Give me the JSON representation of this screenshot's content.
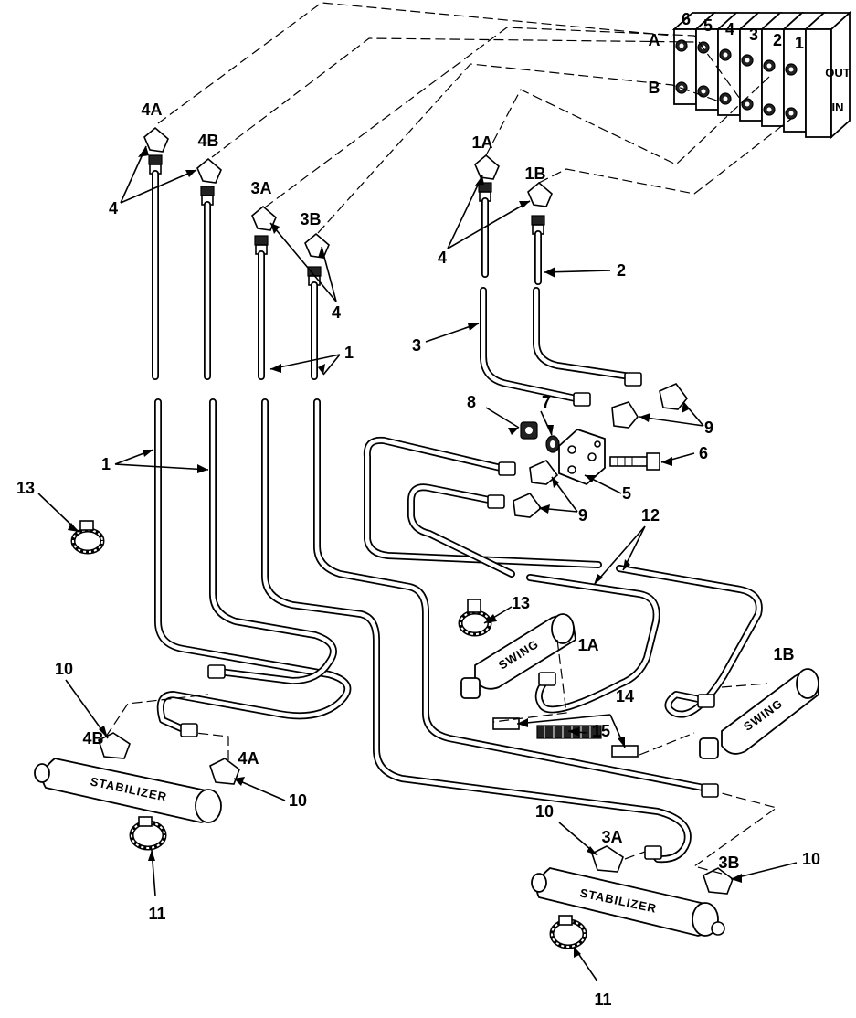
{
  "diagram": {
    "valve_bank": {
      "rows": [
        "A",
        "B"
      ],
      "sections": [
        "6",
        "5",
        "4",
        "3",
        "2",
        "1"
      ],
      "ports": [
        "OUT",
        "IN"
      ]
    },
    "fitting_labels": {
      "l4a_top": "4A",
      "l4b_top": "4B",
      "l3a_top": "3A",
      "l3b_top": "3B",
      "l1a_top": "1A",
      "l1b_top": "1B",
      "l4b_bottom": "4B",
      "l4a_bottom": "4A",
      "l3a_bottom": "3A",
      "l3b_bottom": "3B",
      "l1a_swing": "1A",
      "l1b_swing": "1B"
    },
    "components": {
      "stabilizer_left": "STABILIZER",
      "stabilizer_right": "STABILIZER",
      "swing_left": "SWING",
      "swing_right": "SWING"
    },
    "callouts": {
      "c4_left": "4",
      "c4_mid": "4",
      "c4_right": "4",
      "c1_upper": "1",
      "c1_lower": "1",
      "c2": "2",
      "c3": "3",
      "c5": "5",
      "c6": "6",
      "c7": "7",
      "c8": "8",
      "c9_upper": "9",
      "c9_lower": "9",
      "c10_left": "10",
      "c10_left2": "10",
      "c10_right": "10",
      "c10_right2": "10",
      "c11_left": "11",
      "c11_right": "11",
      "c12": "12",
      "c13_left": "13",
      "c13_mid": "13",
      "c14": "14",
      "c15": "15"
    }
  }
}
